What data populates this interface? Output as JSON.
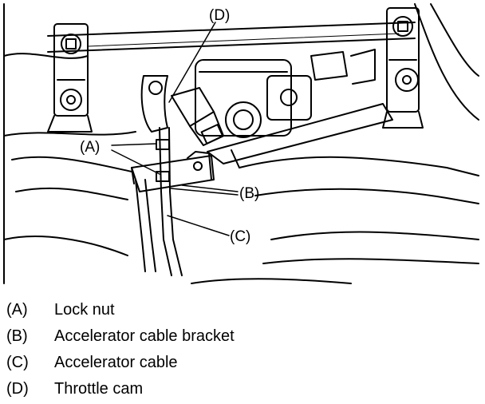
{
  "callouts": {
    "a": "(A)",
    "b": "(B)",
    "c": "(C)",
    "d": "(D)"
  },
  "legend": [
    {
      "key": "(A)",
      "label": "Lock nut"
    },
    {
      "key": "(B)",
      "label": "Accelerator cable bracket"
    },
    {
      "key": "(C)",
      "label": "Accelerator cable"
    },
    {
      "key": "(D)",
      "label": "Throttle cam"
    }
  ]
}
